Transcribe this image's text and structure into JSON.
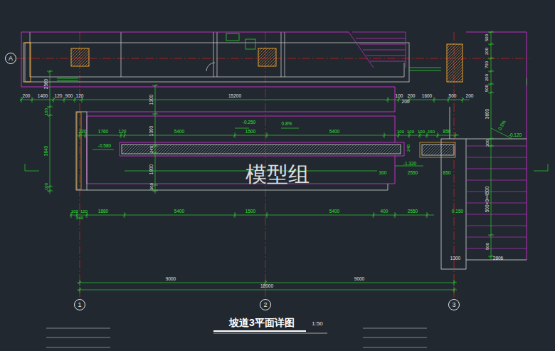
{
  "diagram": {
    "title": "坡道3平面详图",
    "nodes": [
      {
        "text": [
          "A"
        ]
      },
      {
        "text": [
          "1"
        ]
      },
      {
        "text": [
          "2"
        ]
      },
      {
        "text": [
          "3"
        ]
      }
    ],
    "labels": [
      "200",
      "1400",
      "120",
      "900",
      "120",
      "15200",
      "100",
      "200",
      "1600",
      "500",
      "200",
      "200",
      "2560",
      "500",
      "200",
      "700",
      "200",
      "500",
      "3600",
      "0.5%",
      "-0.120",
      "300",
      "500×9=4500",
      "500",
      "100",
      "3640",
      "100",
      "1300",
      "1300",
      "240",
      "1800",
      "300",
      "220",
      "1760",
      "120",
      "5400",
      "1500",
      "5400",
      "100",
      "100",
      "100",
      "150",
      "850",
      "-0.250",
      "0.8%",
      "-0.580",
      "240",
      "-1.320",
      "300",
      "2550",
      "850",
      "100",
      "120",
      "1880",
      "5400",
      "1500",
      "5400",
      "400",
      "2550",
      "0.150",
      "240",
      "1300",
      "2806",
      "9000",
      "9000",
      "18000",
      "1:50",
      "模型组"
    ]
  }
}
